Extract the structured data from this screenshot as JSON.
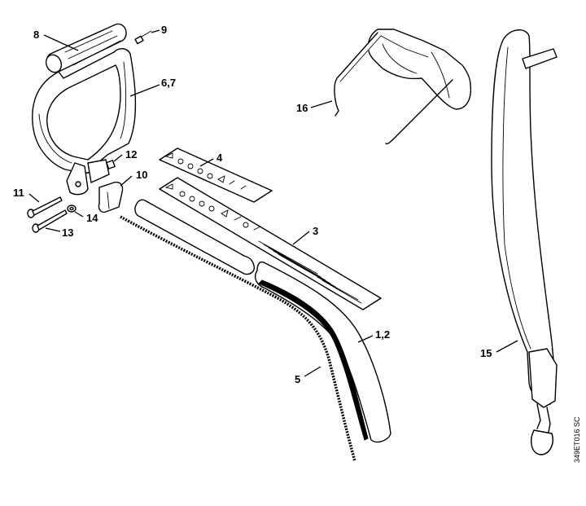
{
  "diagram": {
    "drawing_code": "349ET016 SC",
    "callouts": {
      "grip": "8",
      "screw_top": "9",
      "handle": "6,7",
      "glasses": "16",
      "decal_small": "4",
      "nut": "12",
      "clamp": "10",
      "screw_long": "11",
      "washer": "14",
      "bolt": "13",
      "decal_large": "3",
      "drive_tube": "1,2",
      "drive_shaft": "5",
      "harness": "15"
    }
  }
}
